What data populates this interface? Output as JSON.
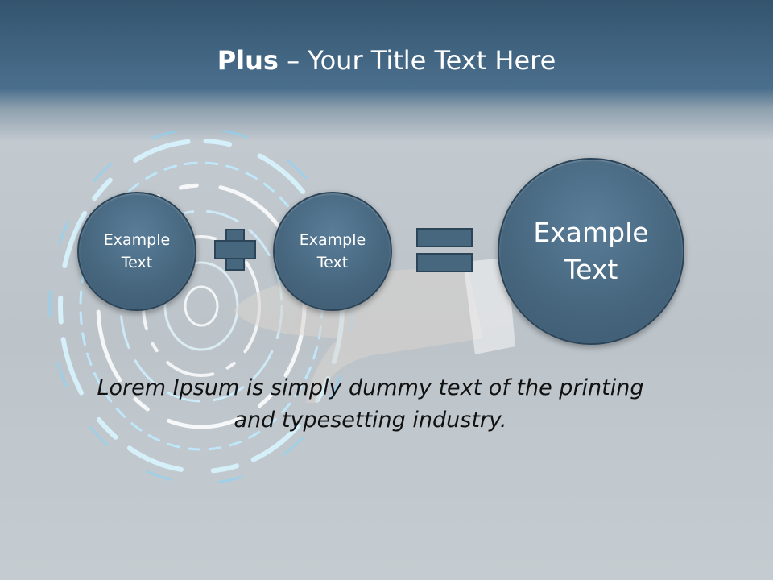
{
  "slide": {
    "title_bold": "Plus",
    "title_rest": " – Your Title Text Here",
    "circles": [
      {
        "label": "Example\nText"
      },
      {
        "label": "Example\nText"
      },
      {
        "label": "Example\nText"
      }
    ],
    "caption": "Lorem Ipsum is simply dummy text of the printing and typesetting industry."
  },
  "colors": {
    "header": "#34546e",
    "circle": "#47677f",
    "background": "#c2c9cf"
  }
}
